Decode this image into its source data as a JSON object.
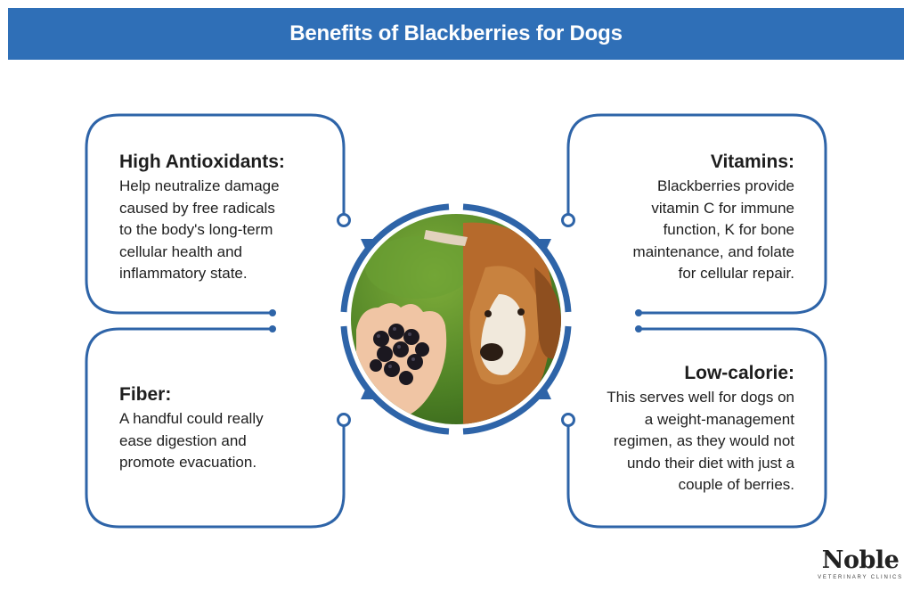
{
  "header": {
    "title": "Benefits of Blackberries for Dogs"
  },
  "benefits": {
    "antioxidants": {
      "heading": "High Antioxidants:",
      "lines": [
        "Help neutralize damage",
        "caused by free radicals",
        "to the body's long-term",
        "cellular health and",
        "inflammatory state."
      ]
    },
    "fiber": {
      "heading": "Fiber:",
      "lines": [
        "A handful could really",
        "ease digestion and",
        "promote evacuation."
      ]
    },
    "vitamins": {
      "heading": "Vitamins:",
      "lines": [
        "Blackberries provide",
        "vitamin C for immune",
        "function, K for bone",
        "maintenance, and folate",
        "for cellular repair."
      ]
    },
    "low_calorie": {
      "heading": "Low-calorie:",
      "lines": [
        "This serves well for dogs on",
        "a weight-management",
        "regimen, as they would not",
        "undo their diet with just a",
        "couple of berries."
      ]
    }
  },
  "center_image": {
    "icon": "dog-with-blackberries-photo"
  },
  "logo": {
    "name": "Noble",
    "tagline": "VETERINARY CLINICS"
  },
  "colors": {
    "accent": "#2f6fb7",
    "frame": "#2e64a8",
    "text": "#1e1e1e"
  }
}
